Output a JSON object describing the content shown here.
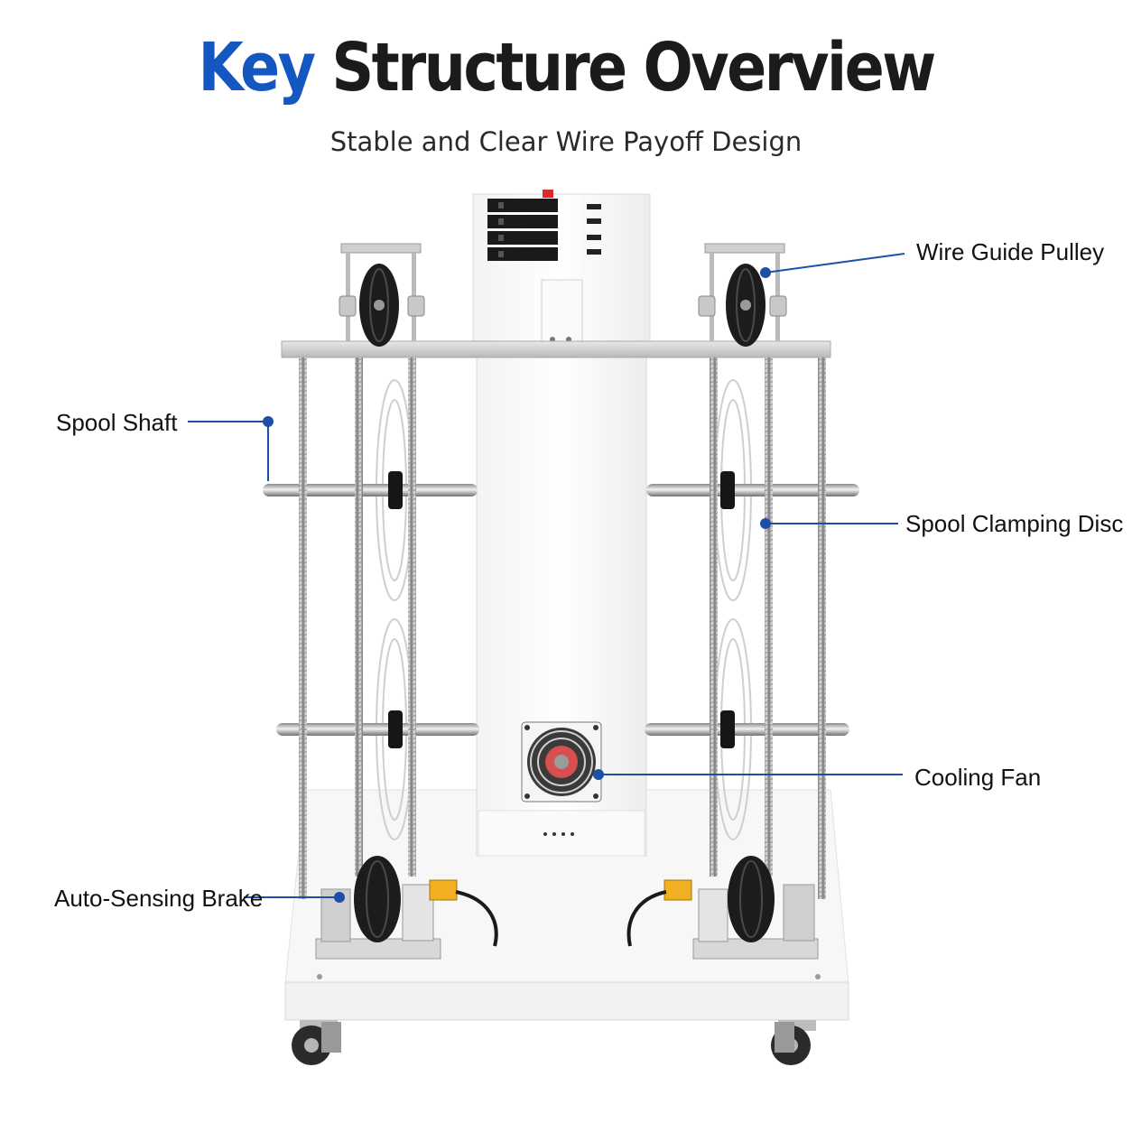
{
  "header": {
    "title_accent": "Key",
    "title_rest": "Structure Overview",
    "subtitle": "Stable and Clear Wire Payoff Design"
  },
  "callouts": {
    "wire_guide_pulley": "Wire Guide Pulley",
    "spool_shaft": "Spool Shaft",
    "spool_clamping_disc": "Spool Clamping Disc",
    "cooling_fan": "Cooling Fan",
    "auto_sensing_brake": "Auto-Sensing Brake"
  },
  "colors": {
    "accent": "#1557c0",
    "callout_line": "#1e4fa8",
    "text": "#1b1b1b"
  }
}
